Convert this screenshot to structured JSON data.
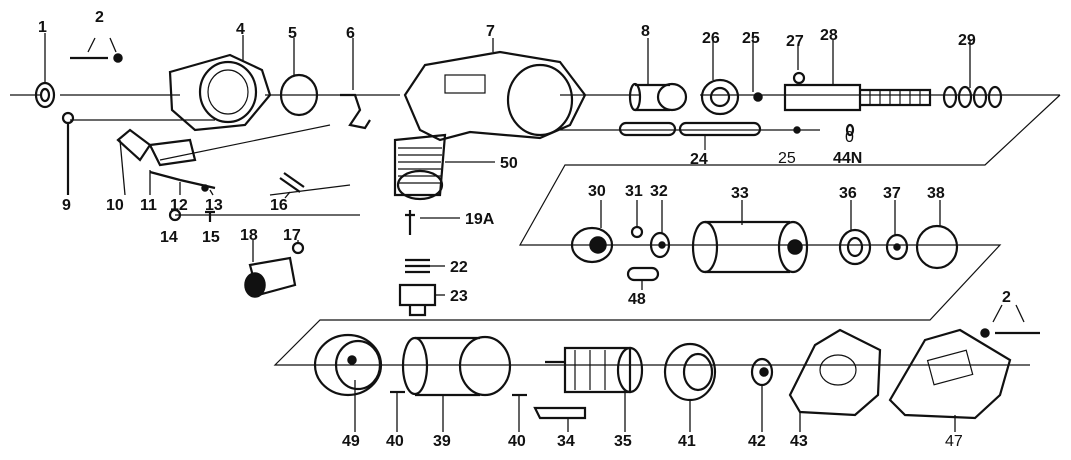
{
  "labels": {
    "l1": "1",
    "l2a": "2",
    "l4": "4",
    "l5": "5",
    "l6": "6",
    "l7": "7",
    "l8": "8",
    "l26": "26",
    "l25a": "25",
    "l27": "27",
    "l28": "28",
    "l29": "29",
    "l9": "9",
    "l10": "10",
    "l11": "11",
    "l12": "12",
    "l13": "13",
    "l14": "14",
    "l15": "15",
    "l16": "16",
    "l17": "17",
    "l18": "18",
    "l50": "50",
    "l19a": "19A",
    "l22": "22",
    "l23": "23",
    "l24": "24",
    "l25b": "25",
    "l0": "0",
    "l44n": "44N",
    "l30": "30",
    "l31": "31",
    "l32": "32",
    "l33": "33",
    "l36": "36",
    "l37": "37",
    "l38": "38",
    "l48": "48",
    "l2b": "2",
    "l49": "49",
    "l40a": "40",
    "l39": "39",
    "l40b": "40",
    "l34": "34",
    "l35": "35",
    "l41": "41",
    "l42": "42",
    "l43": "43",
    "l47": "47"
  }
}
